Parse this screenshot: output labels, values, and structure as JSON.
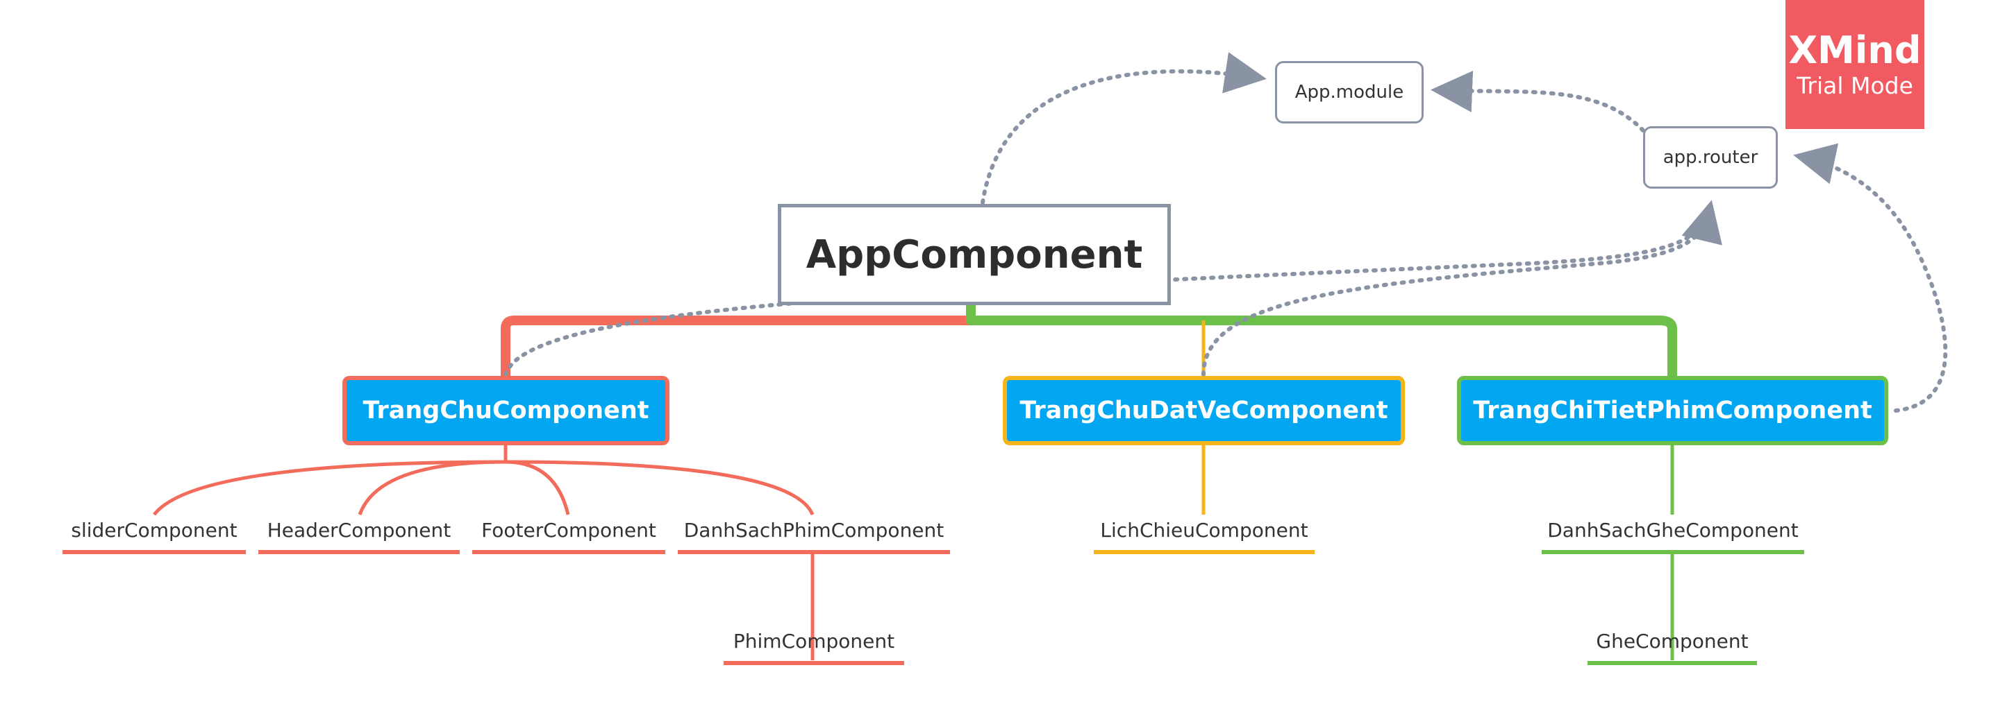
{
  "diagram": {
    "central": {
      "label": "AppComponent"
    },
    "floating": {
      "app_module": {
        "label": "App.module"
      },
      "app_router": {
        "label": "app.router"
      }
    },
    "main_topics": [
      {
        "label": "TrangChuComponent",
        "color": "#f26b5b"
      },
      {
        "label": "TrangChuDatVeComponent",
        "color": "#f5b41b"
      },
      {
        "label": "TrangChiTietPhimComponent",
        "color": "#6cc04a"
      }
    ],
    "subtopics": {
      "trangchu": [
        {
          "label": "sliderComponent"
        },
        {
          "label": "HeaderComponent"
        },
        {
          "label": "FooterComponent"
        },
        {
          "label": "DanhSachPhimComponent",
          "children": [
            {
              "label": "PhimComponent"
            }
          ]
        }
      ],
      "datve": [
        {
          "label": "LichChieuComponent"
        }
      ],
      "chitiet": [
        {
          "label": "DanhSachGheComponent",
          "children": [
            {
              "label": "GheComponent"
            }
          ]
        }
      ]
    },
    "relationship_color": "#8a93a3"
  },
  "watermark": {
    "title": "XMind",
    "subtitle": "Trial Mode",
    "color": "#f15a60"
  }
}
